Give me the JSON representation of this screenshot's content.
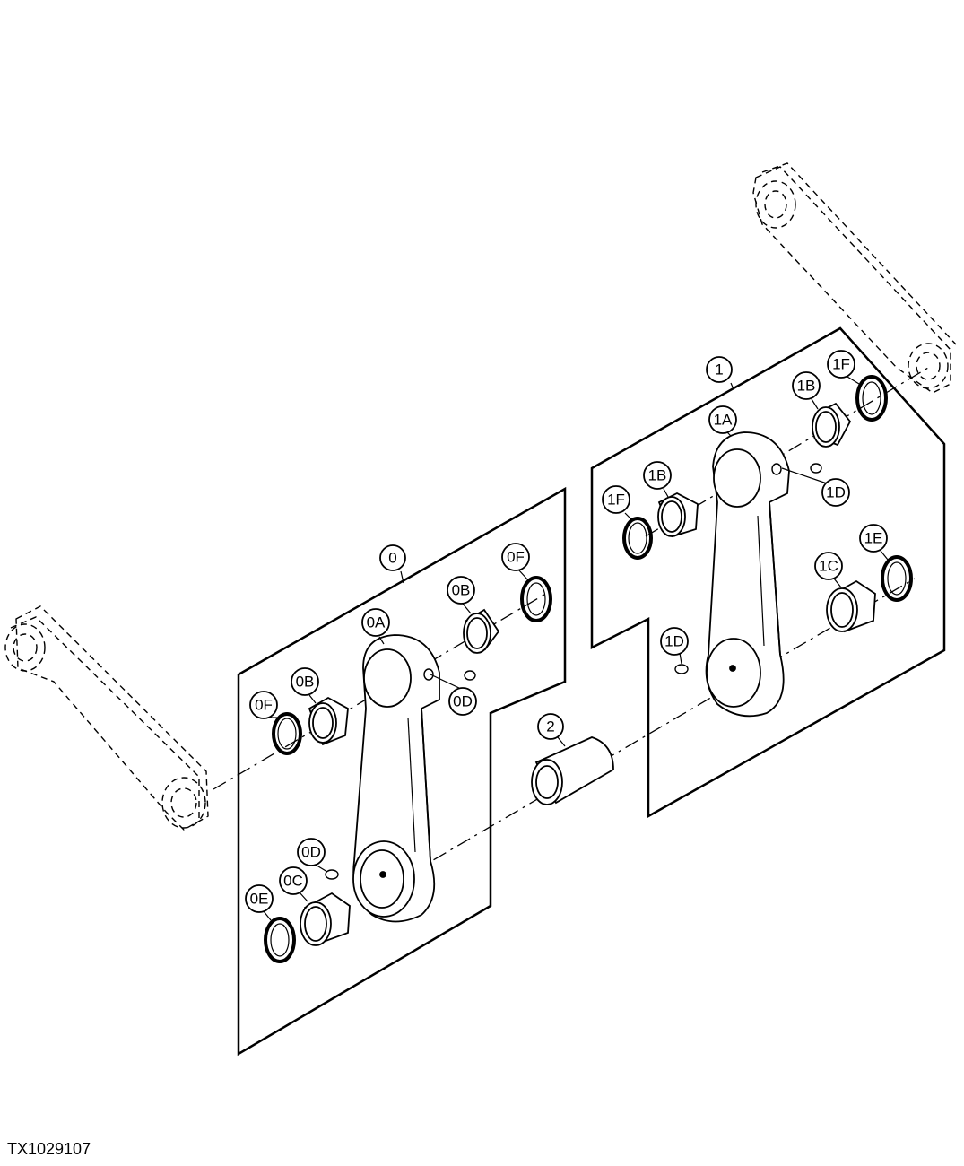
{
  "figure_id": "TX1029107",
  "callouts": {
    "c0": "0",
    "c0A": "0A",
    "c0B_upper": "0B",
    "c0B_left": "0B",
    "c0C": "0C",
    "c0D_right": "0D",
    "c0D_lower": "0D",
    "c0E": "0E",
    "c0F_upper": "0F",
    "c0F_left": "0F",
    "c1": "1",
    "c1A": "1A",
    "c1B_upper": "1B",
    "c1B_left": "1B",
    "c1C": "1C",
    "c1D_upper": "1D",
    "c1D_lower": "1D",
    "c1E": "1E",
    "c1F_upper": "1F",
    "c1F_left": "1F",
    "c2": "2"
  }
}
